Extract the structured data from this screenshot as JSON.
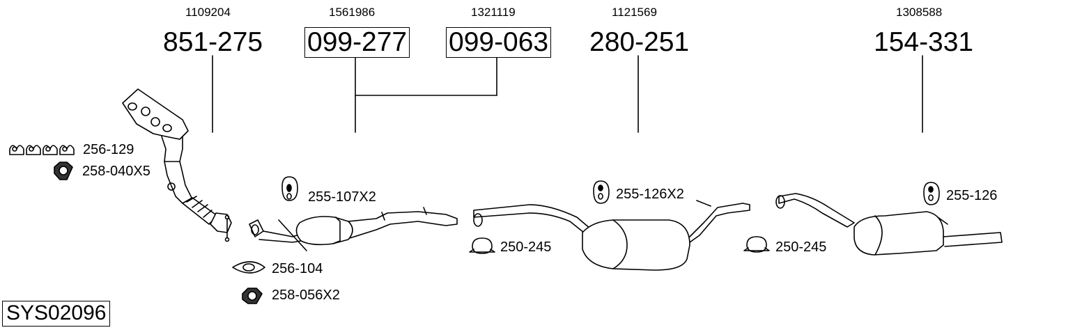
{
  "main_parts": [
    {
      "oe": "1109204",
      "part": "851-275",
      "boxed": false
    },
    {
      "oe": "1561986",
      "part": "099-277",
      "boxed": true
    },
    {
      "oe": "1321119",
      "part": "099-063",
      "boxed": true
    },
    {
      "oe": "1121569",
      "part": "280-251",
      "boxed": false
    },
    {
      "oe": "1308588",
      "part": "154-331",
      "boxed": false
    }
  ],
  "accessories": {
    "gasket_set": "256-129",
    "nut_manifold": "258-040X5",
    "hanger_cat": "255-107X2",
    "gasket_flange": "256-104",
    "nut_flange": "258-056X2",
    "hanger_mid": "255-126X2",
    "clamp_mid": "250-245",
    "clamp_rear": "250-245",
    "hanger_rear": "255-126"
  },
  "system_code": "SYS02096"
}
